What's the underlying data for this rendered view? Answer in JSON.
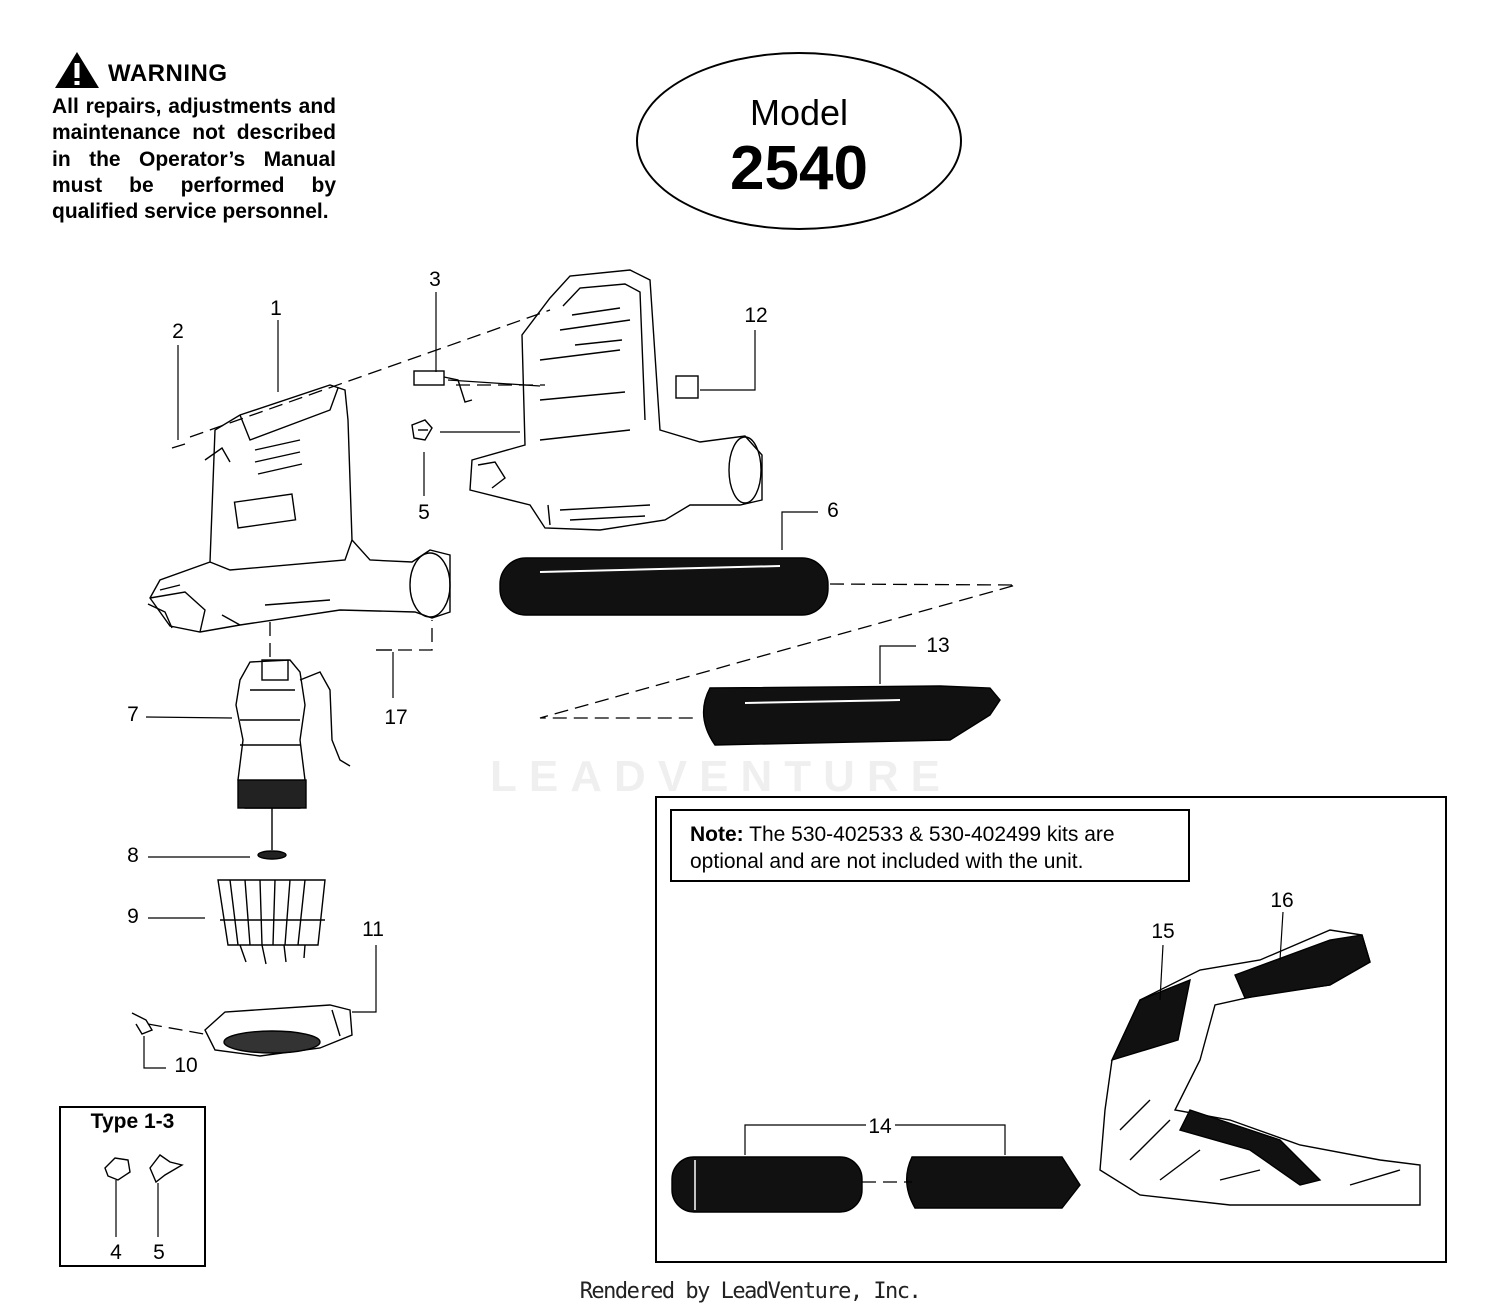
{
  "warning": {
    "title": "WARNING",
    "text": "All repairs, adjustments and maintenance not described in the Operator’s Manual must be performed by qualified service personnel."
  },
  "model": {
    "label": "Model",
    "number": "2540"
  },
  "callouts": [
    "1",
    "2",
    "3",
    "4",
    "5",
    "5",
    "6",
    "7",
    "8",
    "9",
    "10",
    "11",
    "12",
    "13",
    "14",
    "15",
    "16",
    "17"
  ],
  "note": {
    "label": "Note:",
    "text": " The 530-402533 & 530-402499 kits are optional and are not included with the unit."
  },
  "type_box": {
    "title": "Type 1-3"
  },
  "watermark": "LEADVENTURE",
  "footer": "Rendered by LeadVenture, Inc."
}
